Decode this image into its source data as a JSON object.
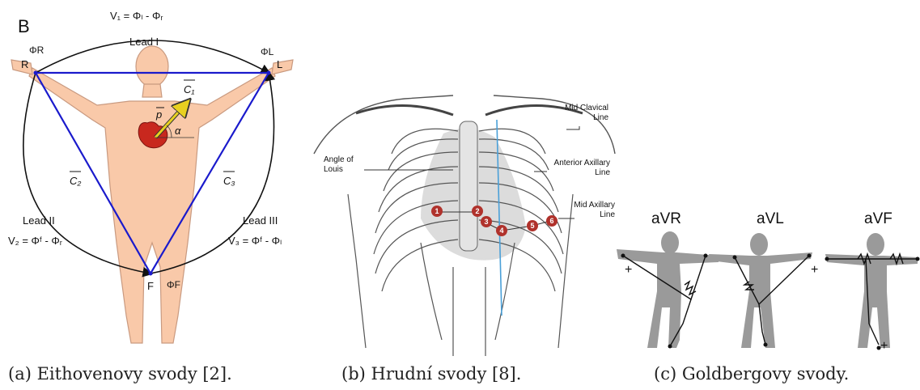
{
  "panel_a": {
    "letter": "B",
    "eq_top": "V₁ = Φₗ - Φᵣ",
    "lead1": "Lead I",
    "lead2": "Lead II",
    "lead3": "Lead III",
    "eq_lead2": "V₂ = Φᶠ - Φᵣ",
    "eq_lead3": "V₃ = Φᶠ - Φₗ",
    "node_r": "R",
    "node_l": "L",
    "node_f": "F",
    "phi_r": "ΦR",
    "phi_l": "ΦL",
    "phi_f": "ΦF",
    "c1": "C₁",
    "c2": "C₂",
    "c3": "C₃",
    "p": "p",
    "alpha": "α",
    "caption": "(a) Eithovenovy svody [2]."
  },
  "panel_b": {
    "mid_clavical": [
      "Mid Clavical",
      "Line"
    ],
    "angle_louis": [
      "Angle of",
      "Louis"
    ],
    "anterior_axillary": [
      "Anterior Axillary",
      "Line"
    ],
    "mid_axillary": [
      "Mid Axillary",
      "Line"
    ],
    "electrodes": [
      "1",
      "2",
      "3",
      "4",
      "5",
      "6"
    ],
    "caption": "(b) Hrudní svody [8]."
  },
  "panel_c": {
    "labels": [
      "aVR",
      "aVL",
      "aVF"
    ],
    "plus": "+",
    "caption": "(c) Goldbergovy svody."
  },
  "colors": {
    "triangle": "#1a1acc",
    "skin": "#f9c9a9",
    "heart": "#c8281e",
    "vector": "#e8d020",
    "electrode": "#b0322c",
    "gray_body": "#9a9a9a"
  }
}
